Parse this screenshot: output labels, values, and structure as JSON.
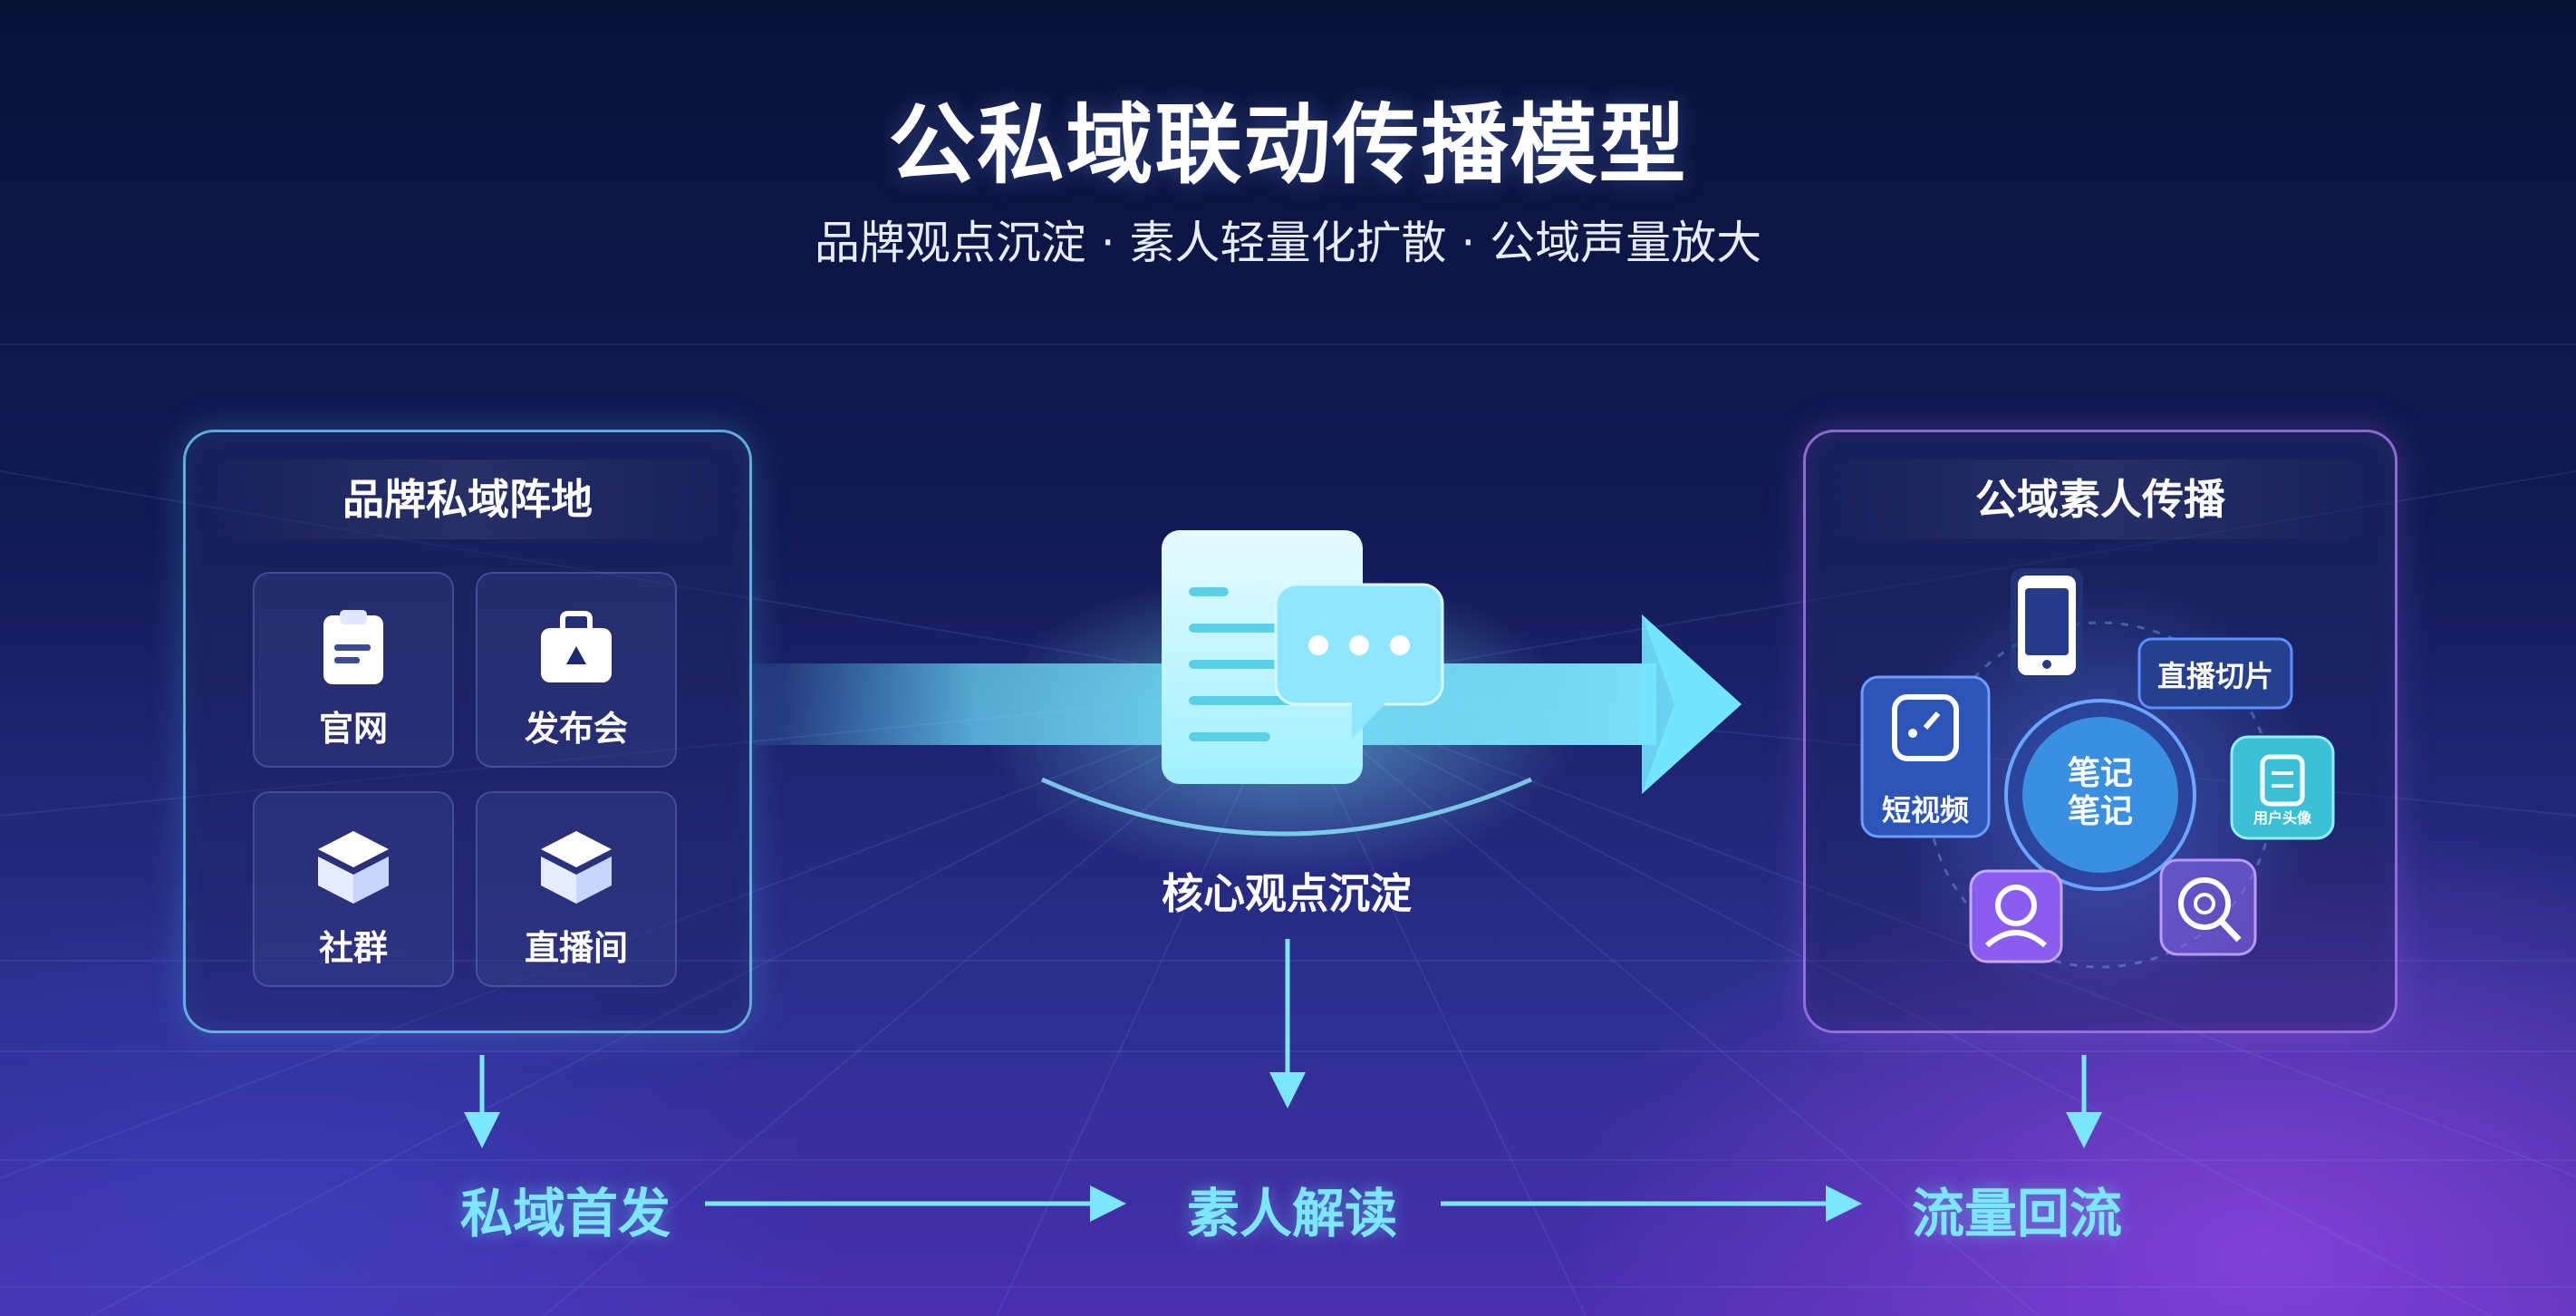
{
  "header": {
    "title": "公私域联动传播模型",
    "subtitle": "品牌观点沉淀 · 素人轻量化扩散 · 公域声量放大"
  },
  "left_panel": {
    "title": "品牌私域阵地",
    "tiles": [
      {
        "label": "官网",
        "icon": "clipboard-icon"
      },
      {
        "label": "发布会",
        "icon": "briefcase-icon"
      },
      {
        "label": "社群",
        "icon": "cube-icon"
      },
      {
        "label": "直播间",
        "icon": "cube-icon"
      }
    ]
  },
  "center": {
    "label": "核心观点沉淀",
    "icon": "document-chat-icon"
  },
  "right_panel": {
    "title": "公域素人传播",
    "hub_lines": [
      "笔记",
      "笔记"
    ],
    "nodes": {
      "live_clip": "直播切片",
      "short_video": "短视频",
      "user_share": "用户头像"
    },
    "icons": [
      "phone-icon",
      "clock-icon",
      "doc-icon",
      "user-icon",
      "search-icon"
    ]
  },
  "flow": {
    "steps": [
      "私域首发",
      "素人解读",
      "流量回流"
    ]
  },
  "colors": {
    "accent_cyan": "#7de6ff",
    "accent_purple": "#9b6bff",
    "bg_top": "#0a1238",
    "bg_bottom": "#4a2fb0"
  }
}
